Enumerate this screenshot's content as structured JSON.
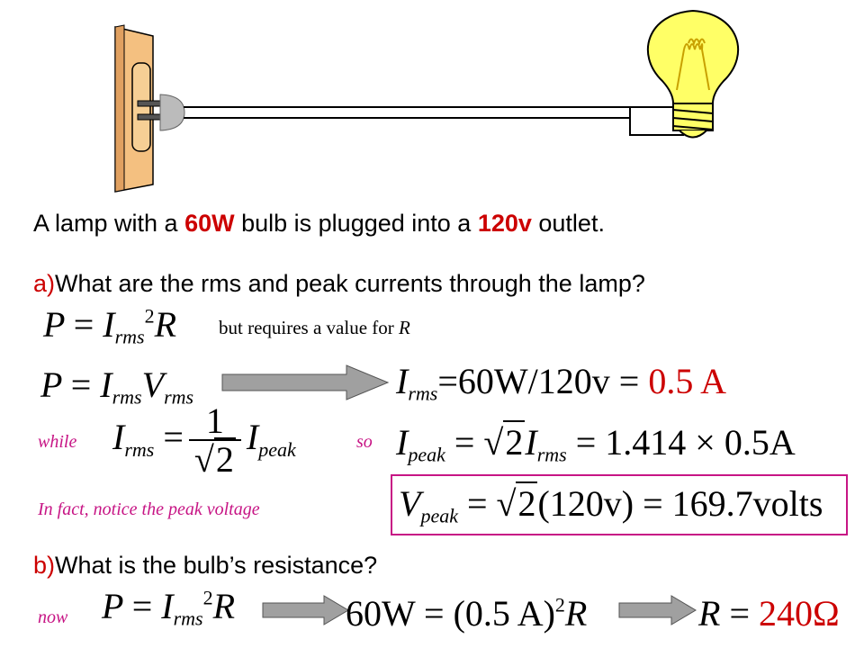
{
  "intro": {
    "prefix": "A lamp with a ",
    "power": "60W",
    "middle": " bulb is plugged into a ",
    "voltage": "120v",
    "suffix": " outlet."
  },
  "question_a": {
    "marker": "a)",
    "text": "What are the rms and peak currents through the lamp?"
  },
  "note_r": {
    "text": "but requires a value for ",
    "var": "R"
  },
  "irms_result": {
    "lhs_var": "I",
    "lhs_sub": "rms",
    "expr": "=60W/120v = ",
    "value": "0.5 A"
  },
  "labels": {
    "while": "while",
    "so": "so",
    "peak_voltage": "In fact, notice the peak voltage",
    "now": "now"
  },
  "peak_current": {
    "var": "I",
    "sub": "peak",
    "rhs_var": "I",
    "rhs_sub": "rms",
    "numbers": "1.414 × 0.5A"
  },
  "peak_voltage": {
    "var": "V",
    "sub": "peak",
    "value": "(120v) = 169.7volts"
  },
  "question_b": {
    "marker": "b)",
    "text": "What is the bulb’s resistance?"
  },
  "resistance": {
    "lhs": "60W = (0.5 A)",
    "lhs_exp": "2",
    "lhs_var": "R",
    "result_var": "R",
    "result_eq": " = ",
    "result_value": "240Ω"
  },
  "colors": {
    "highlight": "#cc0000",
    "aside": "#c71585",
    "box": "#c71585",
    "arrow": "#a0a0a0",
    "outlet": "#f4c080",
    "bulb": "#ffff66"
  }
}
